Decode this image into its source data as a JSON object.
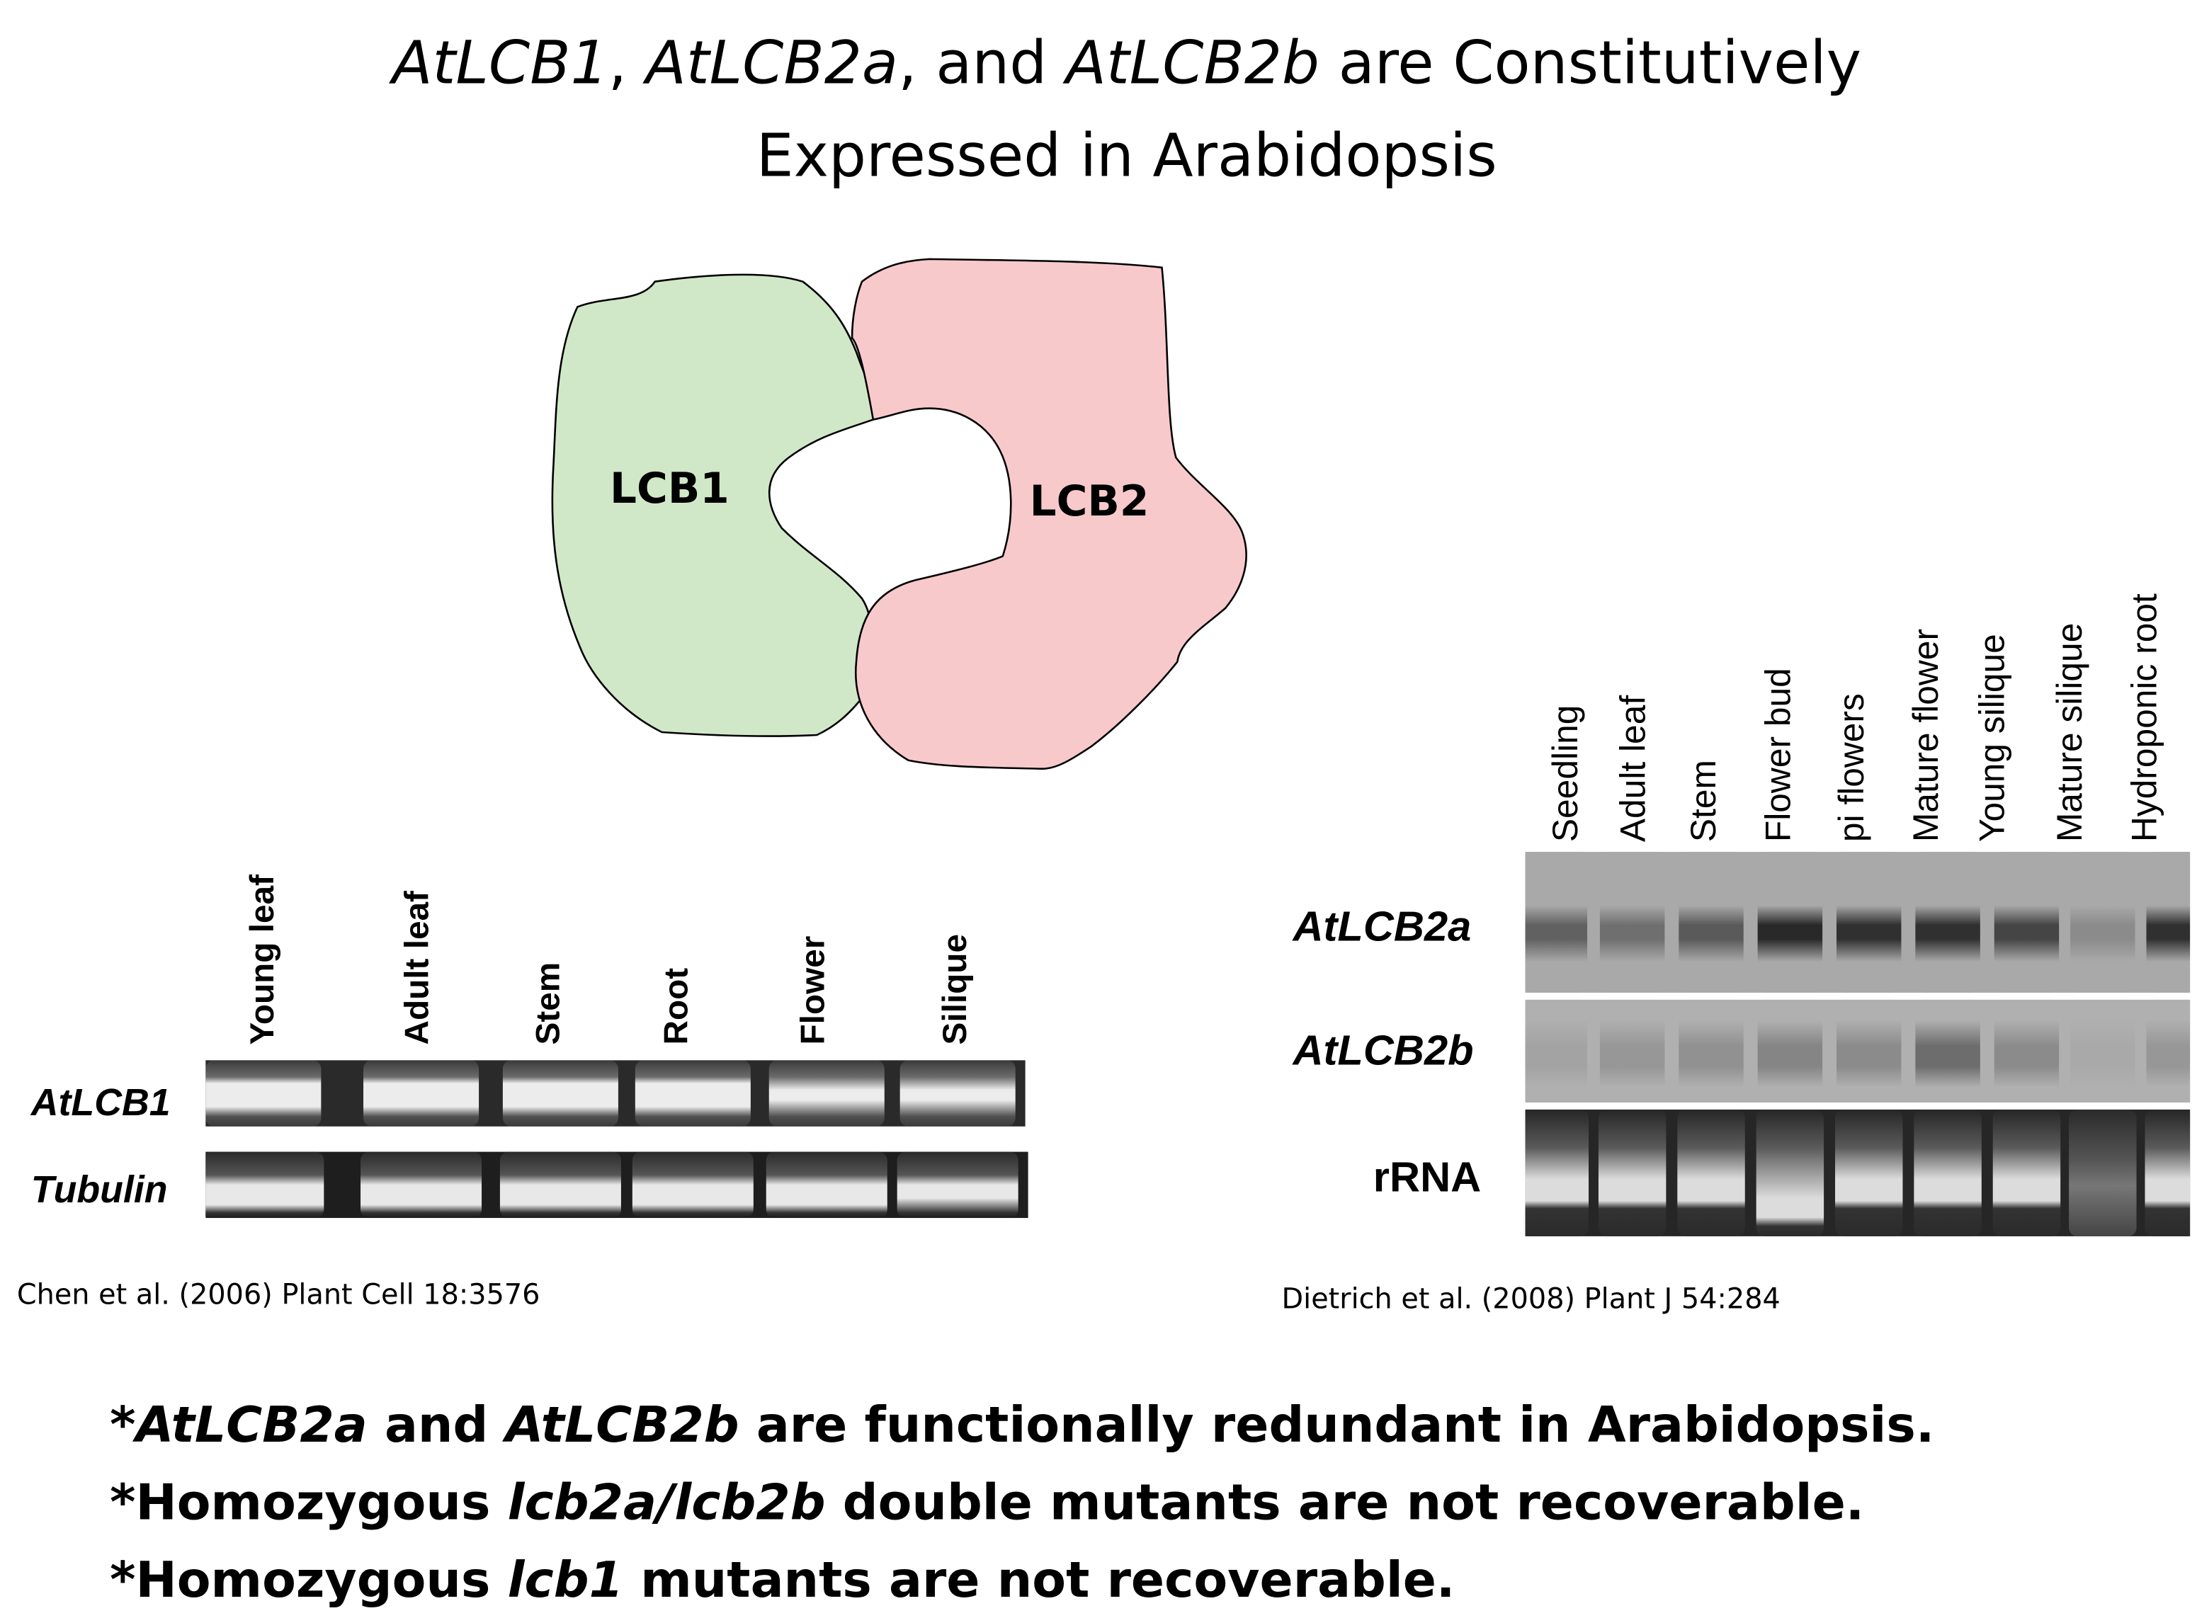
{
  "title": {
    "line1": [
      {
        "text": "AtLCB1",
        "italic": true
      },
      {
        "text": ", ",
        "italic": false
      },
      {
        "text": "AtLCB2a",
        "italic": true
      },
      {
        "text": ", and ",
        "italic": false
      },
      {
        "text": "AtLCB2b",
        "italic": true
      },
      {
        "text": " are Constitutively",
        "italic": false
      }
    ],
    "line2": "Expressed in Arabidopsis"
  },
  "diagram": {
    "lcb1_label": "LCB1",
    "lcb2_label": "LCB2",
    "lcb1_color": "#d1e8c8",
    "lcb2_color": "#f8c9cb"
  },
  "left_panel": {
    "lanes": [
      "Young leaf",
      "Adult leaf",
      "Stem",
      "Root",
      "Flower",
      "Silique"
    ],
    "rows": [
      "AtLCB1",
      "Tubulin"
    ],
    "citation": "Chen et al. (2006) Plant Cell 18:3576"
  },
  "right_panel": {
    "lanes": [
      "Seedling",
      "Adult leaf",
      "Stem",
      "Flower bud",
      "pi flowers",
      "Mature flower",
      "Young silique",
      "Mature silique",
      "Hydroponic root"
    ],
    "rows": [
      "AtLCB2a",
      "AtLCB2b",
      "rRNA"
    ],
    "citation": "Dietrich et al. (2008) Plant J 54:284"
  },
  "bullets": [
    [
      {
        "text": "*",
        "italic": false
      },
      {
        "text": "AtLCB2a",
        "italic": true
      },
      {
        "text": " and ",
        "italic": false
      },
      {
        "text": "AtLCB2b",
        "italic": true
      },
      {
        "text": " are functionally redundant in Arabidopsis.",
        "italic": false
      }
    ],
    [
      {
        "text": "*Homozygous ",
        "italic": false
      },
      {
        "text": "lcb2a/lcb2b",
        "italic": true
      },
      {
        "text": " double mutants are not recoverable.",
        "italic": false
      }
    ],
    [
      {
        "text": "*Homozygous ",
        "italic": false
      },
      {
        "text": "lcb1",
        "italic": true
      },
      {
        "text": " mutants are not recoverable.",
        "italic": false
      }
    ]
  ]
}
